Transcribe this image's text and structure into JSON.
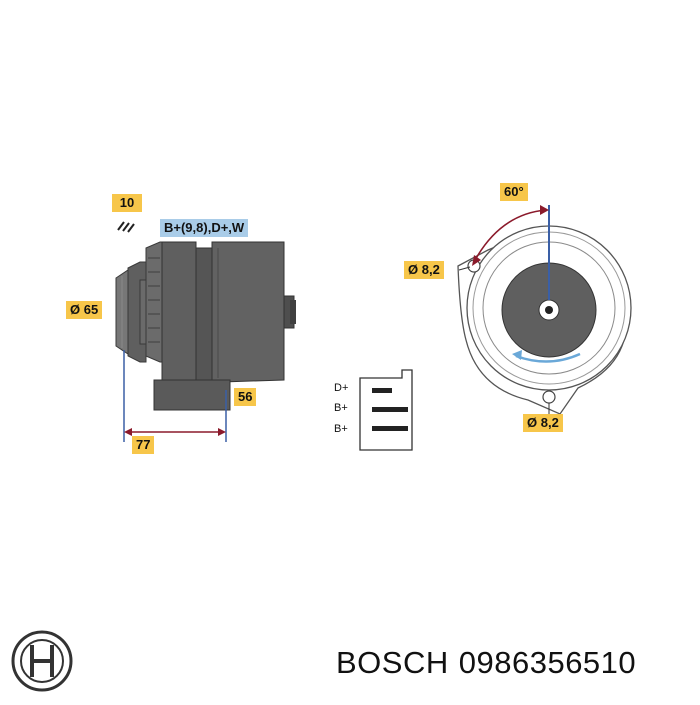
{
  "labels": {
    "code": "10",
    "terminals": "B+(9,8),D+,W",
    "pulley_diameter": "Ø 65",
    "depth": "56",
    "length": "77",
    "angle": "60°",
    "mount_hole_top": "Ø 8,2",
    "mount_hole_bottom": "Ø 8,2"
  },
  "connector": {
    "pins": [
      "D+",
      "B+",
      "B+"
    ]
  },
  "brand": {
    "name": "BOSCH",
    "part_number": "0986356510"
  },
  "colors": {
    "tag_yellow": "#f7c64a",
    "tag_blue": "#a9cce8",
    "body_gray": "#5f5f5f",
    "dimension_line": "#8b1a2b",
    "rotation_arrow": "#6aa8d8",
    "axis_line": "#3a5fa6"
  }
}
